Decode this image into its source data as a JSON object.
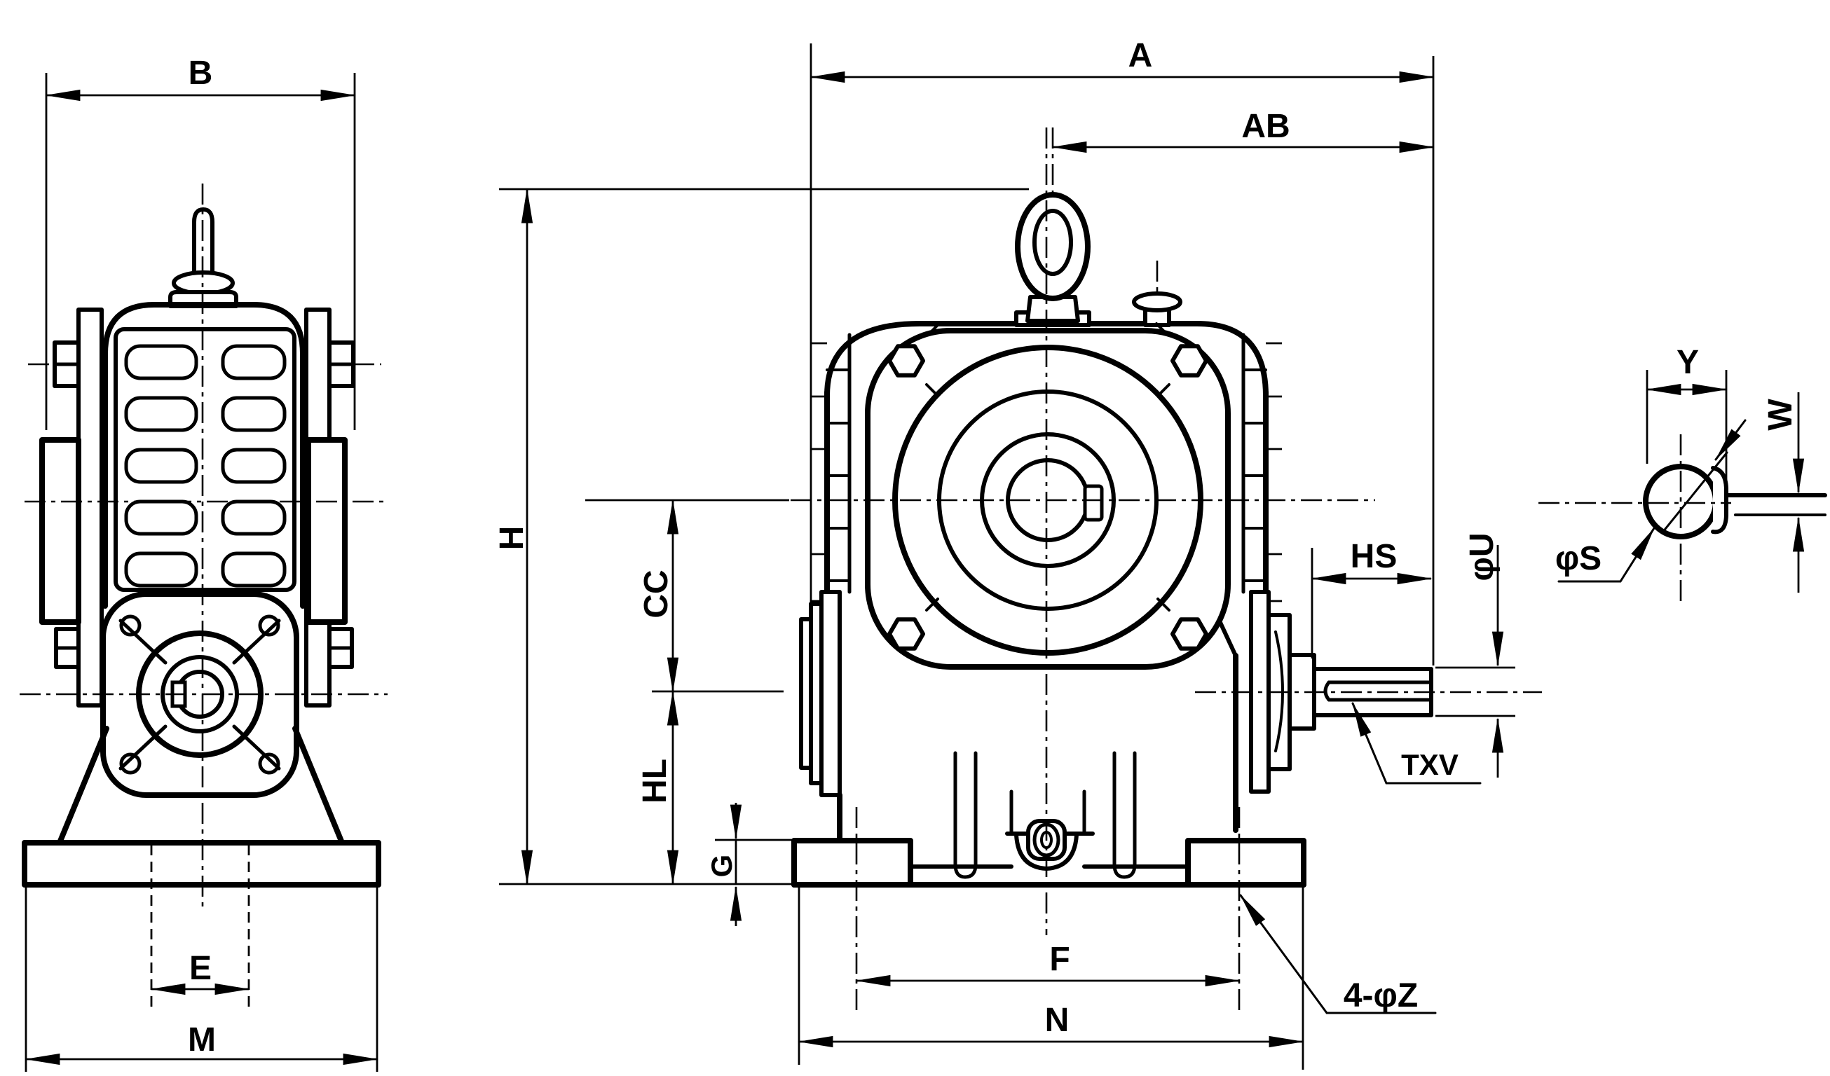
{
  "drawing": {
    "labels": {
      "b": "B",
      "a": "A",
      "ab": "AB",
      "h": "H",
      "cc": "CC",
      "hl": "HL",
      "g": "G",
      "e": "E",
      "m": "M",
      "f": "F",
      "n": "N",
      "hs": "HS",
      "phi_u": "φU",
      "txv": "TXV",
      "four_phi_z": "4-φZ",
      "y": "Y",
      "w": "W",
      "phi_s": "φS"
    },
    "colors": {
      "line": "#000000",
      "background": "#ffffff"
    }
  }
}
